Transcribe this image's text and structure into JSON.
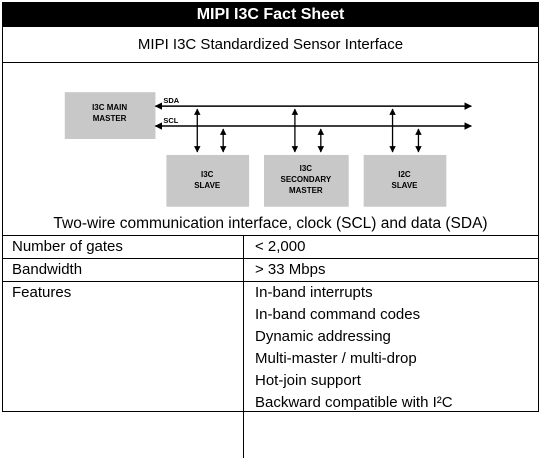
{
  "title": "MIPI I3C Fact Sheet",
  "subtitle": "MIPI I3C Standardized Sensor Interface",
  "diagram": {
    "main_master": [
      "I3C MAIN",
      "MASTER"
    ],
    "sda_label": "SDA",
    "scl_label": "SCL",
    "slave_i3c": [
      "I3C",
      "SLAVE"
    ],
    "secondary_master": [
      "I3C",
      "SECONDARY",
      "MASTER"
    ],
    "slave_i2c": [
      "I2C",
      "SLAVE"
    ],
    "box_color": "#c8c8c8"
  },
  "caption": "Two-wire communication interface, clock (SCL) and data (SDA)",
  "specs": {
    "gates_label": "Number of gates",
    "gates_value": "< 2,000",
    "bandwidth_label": "Bandwidth",
    "bandwidth_value": "> 33 Mbps",
    "features_label": "Features",
    "features": [
      "In-band interrupts",
      "In-band command codes",
      "Dynamic addressing",
      "Multi-master / multi-drop",
      "Hot-join support",
      "Backward compatible with I²C"
    ]
  }
}
